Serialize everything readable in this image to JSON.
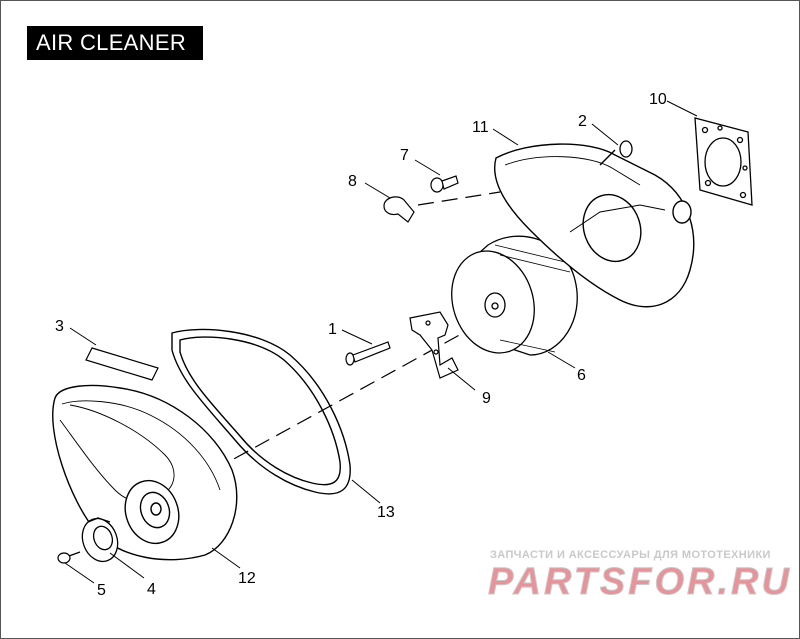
{
  "title": "AIR CLEANER",
  "callouts": [
    "1",
    "2",
    "3",
    "4",
    "5",
    "6",
    "7",
    "8",
    "9",
    "10",
    "11",
    "12",
    "13"
  ],
  "watermark": {
    "tagline": "ЗАПЧАСТИ И АКСЕССУАРЫ ДЛЯ МОТОТЕХНИКИ",
    "logo": "PARTSFOR.RU",
    "logo_color": "#e8929a",
    "logo_outline": "#c8c8c8",
    "tagline_color": "#c9c9c9"
  },
  "colors": {
    "line": "#000000",
    "background": "#ffffff"
  }
}
